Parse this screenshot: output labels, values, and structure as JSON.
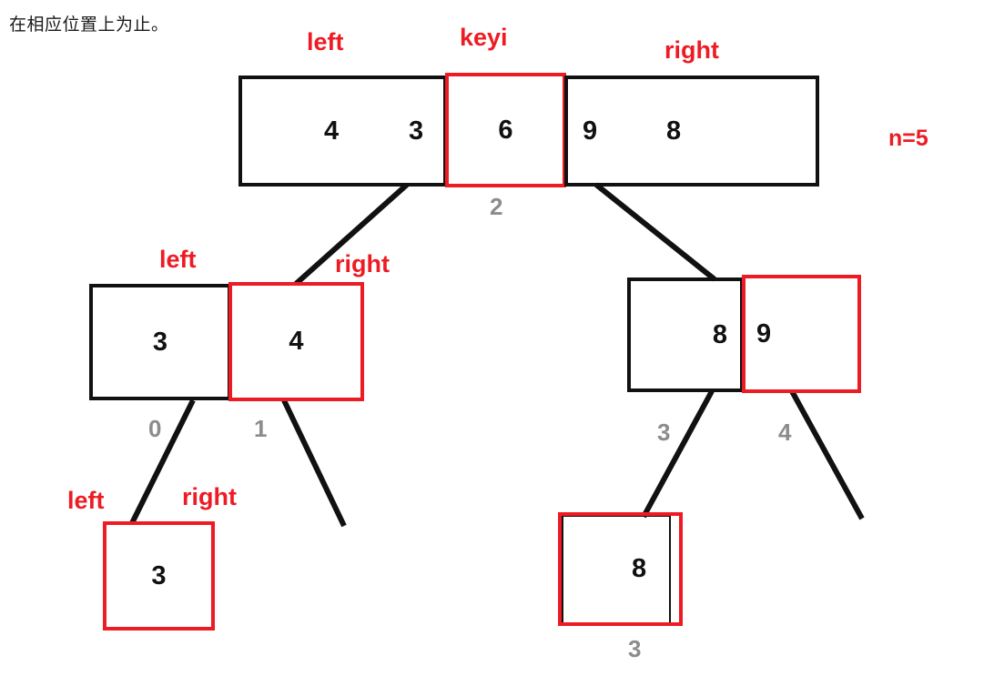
{
  "page": {
    "note_text": "在相应位置上为止。",
    "array_size_label": "n=5",
    "accent_red": "#ED1C24",
    "index_gray": "#8C8C8C",
    "ink_black": "#111111"
  },
  "levels": [
    {
      "id": "root",
      "labels": {
        "left": "left",
        "keyi": "keyi",
        "right": "right"
      },
      "cells": [
        {
          "value": "4",
          "border": "black"
        },
        {
          "value": "3",
          "border": "black"
        },
        {
          "value": "6",
          "border": "red"
        },
        {
          "value": "9",
          "border": "black"
        },
        {
          "value": "8",
          "border": "black"
        },
        {
          "value": "",
          "border": "black"
        }
      ],
      "indices": [
        "2"
      ]
    },
    {
      "id": "left-subarray",
      "labels": {
        "left": "left",
        "right": "right"
      },
      "cells": [
        {
          "value": "3",
          "border": "black"
        },
        {
          "value": "4",
          "border": "red"
        }
      ],
      "indices": [
        "0",
        "1"
      ]
    },
    {
      "id": "right-subarray",
      "labels": {},
      "cells": [
        {
          "value": "8",
          "border": "black"
        },
        {
          "value": "9",
          "border": "red"
        }
      ],
      "indices": [
        "3",
        "4"
      ]
    },
    {
      "id": "left-leaf",
      "labels": {
        "left": "left",
        "right": "right"
      },
      "cells": [
        {
          "value": "3",
          "border": "red"
        }
      ],
      "indices": []
    },
    {
      "id": "right-leaf",
      "labels": {},
      "cells": [
        {
          "value": "8",
          "border": "red"
        }
      ],
      "indices": [
        "3"
      ]
    }
  ]
}
